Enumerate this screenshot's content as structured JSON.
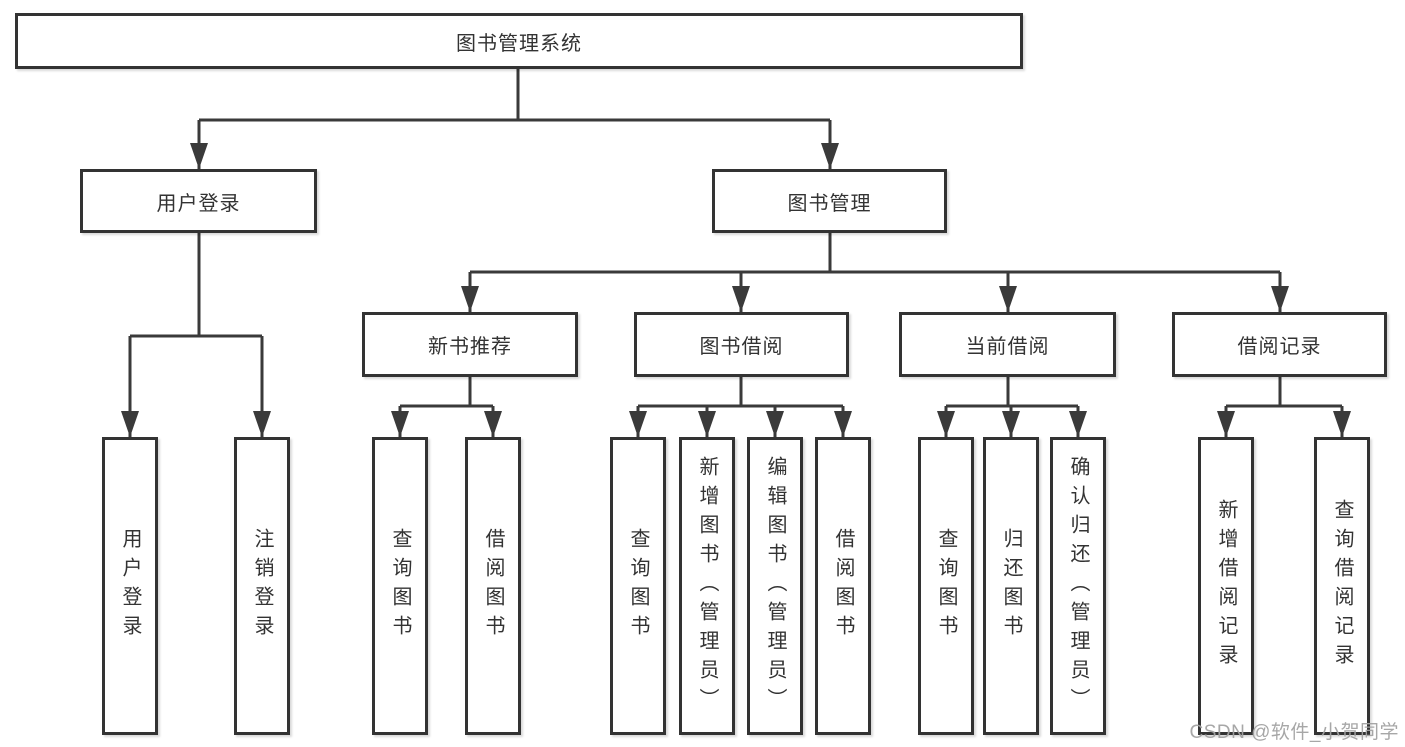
{
  "diagram": {
    "root": "图书管理系统",
    "level2": {
      "user_login": "用户登录",
      "book_mgmt": "图书管理"
    },
    "level3": {
      "new_book": "新书推荐",
      "book_borrow": "图书借阅",
      "current_borrow": "当前借阅",
      "borrow_record": "借阅记录"
    },
    "leaves": {
      "user_login": [
        "用户登录",
        "注销登录"
      ],
      "new_book": [
        "查询图书",
        "借阅图书"
      ],
      "book_borrow": [
        "查询图书",
        "新增图书（管理员）",
        "编辑图书（管理员）",
        "借阅图书"
      ],
      "current_borrow": [
        "查询图书",
        "归还图书",
        "确认归还（管理员）"
      ],
      "borrow_record": [
        "新增借阅记录",
        "查询借阅记录"
      ]
    }
  },
  "watermark": "CSDN @软件_小贺同学",
  "colors": {
    "line": "#3a3a3a",
    "border": "#333333",
    "text": "#333333",
    "fill": "#ffffff",
    "watermark": "#a3a3a3"
  }
}
